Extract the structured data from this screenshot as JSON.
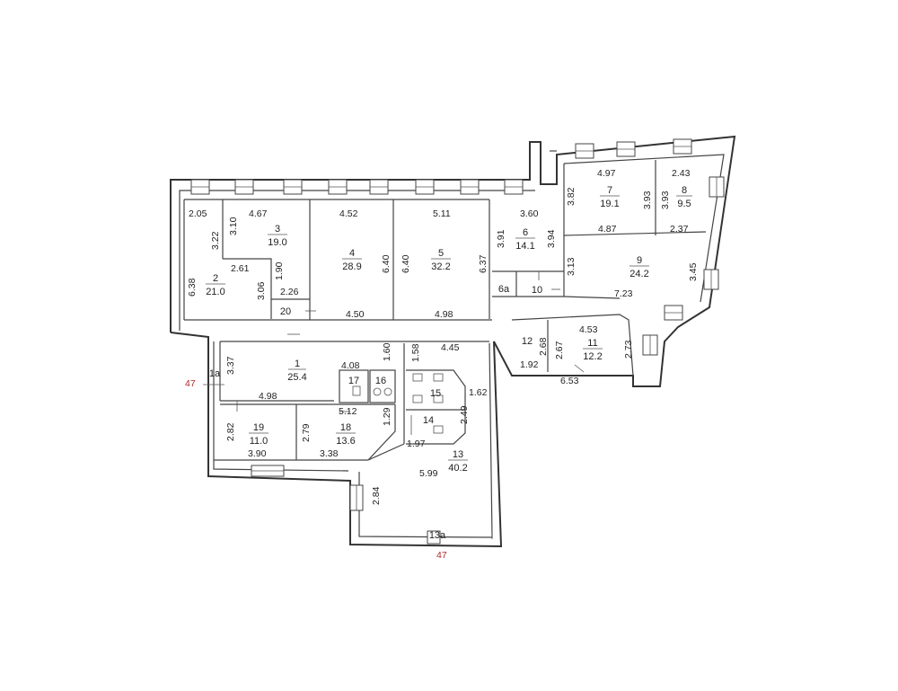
{
  "plan": {
    "rooms": [
      {
        "id": "room-1",
        "number": "1",
        "area": "25.4"
      },
      {
        "id": "room-2",
        "number": "2",
        "area": "21.0"
      },
      {
        "id": "room-3",
        "number": "3",
        "area": "19.0"
      },
      {
        "id": "room-4",
        "number": "4",
        "area": "28.9"
      },
      {
        "id": "room-5",
        "number": "5",
        "area": "32.2"
      },
      {
        "id": "room-6",
        "number": "6",
        "area": "14.1"
      },
      {
        "id": "room-7",
        "number": "7",
        "area": "19.1"
      },
      {
        "id": "room-8",
        "number": "8",
        "area": "9.5"
      },
      {
        "id": "room-9",
        "number": "9",
        "area": "24.2"
      },
      {
        "id": "room-11",
        "number": "11",
        "area": "12.2"
      },
      {
        "id": "room-13",
        "number": "13",
        "area": "40.2"
      },
      {
        "id": "room-18",
        "number": "18",
        "area": "13.6"
      },
      {
        "id": "room-19",
        "number": "19",
        "area": "11.0"
      }
    ],
    "labels": [
      {
        "id": "l6a",
        "text": "6a"
      },
      {
        "id": "l10",
        "text": "10"
      },
      {
        "id": "l12",
        "text": "12"
      },
      {
        "id": "l14",
        "text": "14"
      },
      {
        "id": "l15",
        "text": "15"
      },
      {
        "id": "l16",
        "text": "16"
      },
      {
        "id": "l17",
        "text": "17"
      },
      {
        "id": "l20",
        "text": "20"
      },
      {
        "id": "l1a",
        "text": "1a"
      },
      {
        "id": "l13a",
        "text": "13a"
      }
    ],
    "marks": {
      "left": "47",
      "bottom": "47"
    },
    "dimensions": {
      "d205": "2.05",
      "d467": "4.67",
      "d452": "4.52",
      "d511": "5.11",
      "d360": "3.60",
      "d497": "4.97",
      "d243": "2.43",
      "d322": "3.22",
      "d310": "3.10",
      "d261": "2.61",
      "d190": "1.90",
      "d638": "6.38",
      "d306": "3.06",
      "d226": "2.26",
      "d640a": "6.40",
      "d640b": "6.40",
      "d637": "6.37",
      "d391": "3.91",
      "d394": "3.94",
      "d382": "3.82",
      "d393a": "3.93",
      "d393b": "3.93",
      "d487": "4.87",
      "d237": "2.37",
      "d313": "3.13",
      "d345": "3.45",
      "d723": "7.23",
      "d450": "4.50",
      "d498a": "4.98",
      "d453": "4.53",
      "d268": "2.68",
      "d267": "2.67",
      "d273": "2.73",
      "d192": "1.92",
      "d653": "6.53",
      "d337": "3.37",
      "d408": "4.08",
      "d160": "1.60",
      "d158": "1.58",
      "d445": "4.45",
      "d498b": "4.98",
      "d162": "1.62",
      "d249": "2.49",
      "d512": "5.12",
      "d129": "1.29",
      "d197": "1.97",
      "d599": "5.99",
      "d282": "2.82",
      "d279": "2.79",
      "d390": "3.90",
      "d338": "3.38",
      "d284": "2.84"
    }
  }
}
